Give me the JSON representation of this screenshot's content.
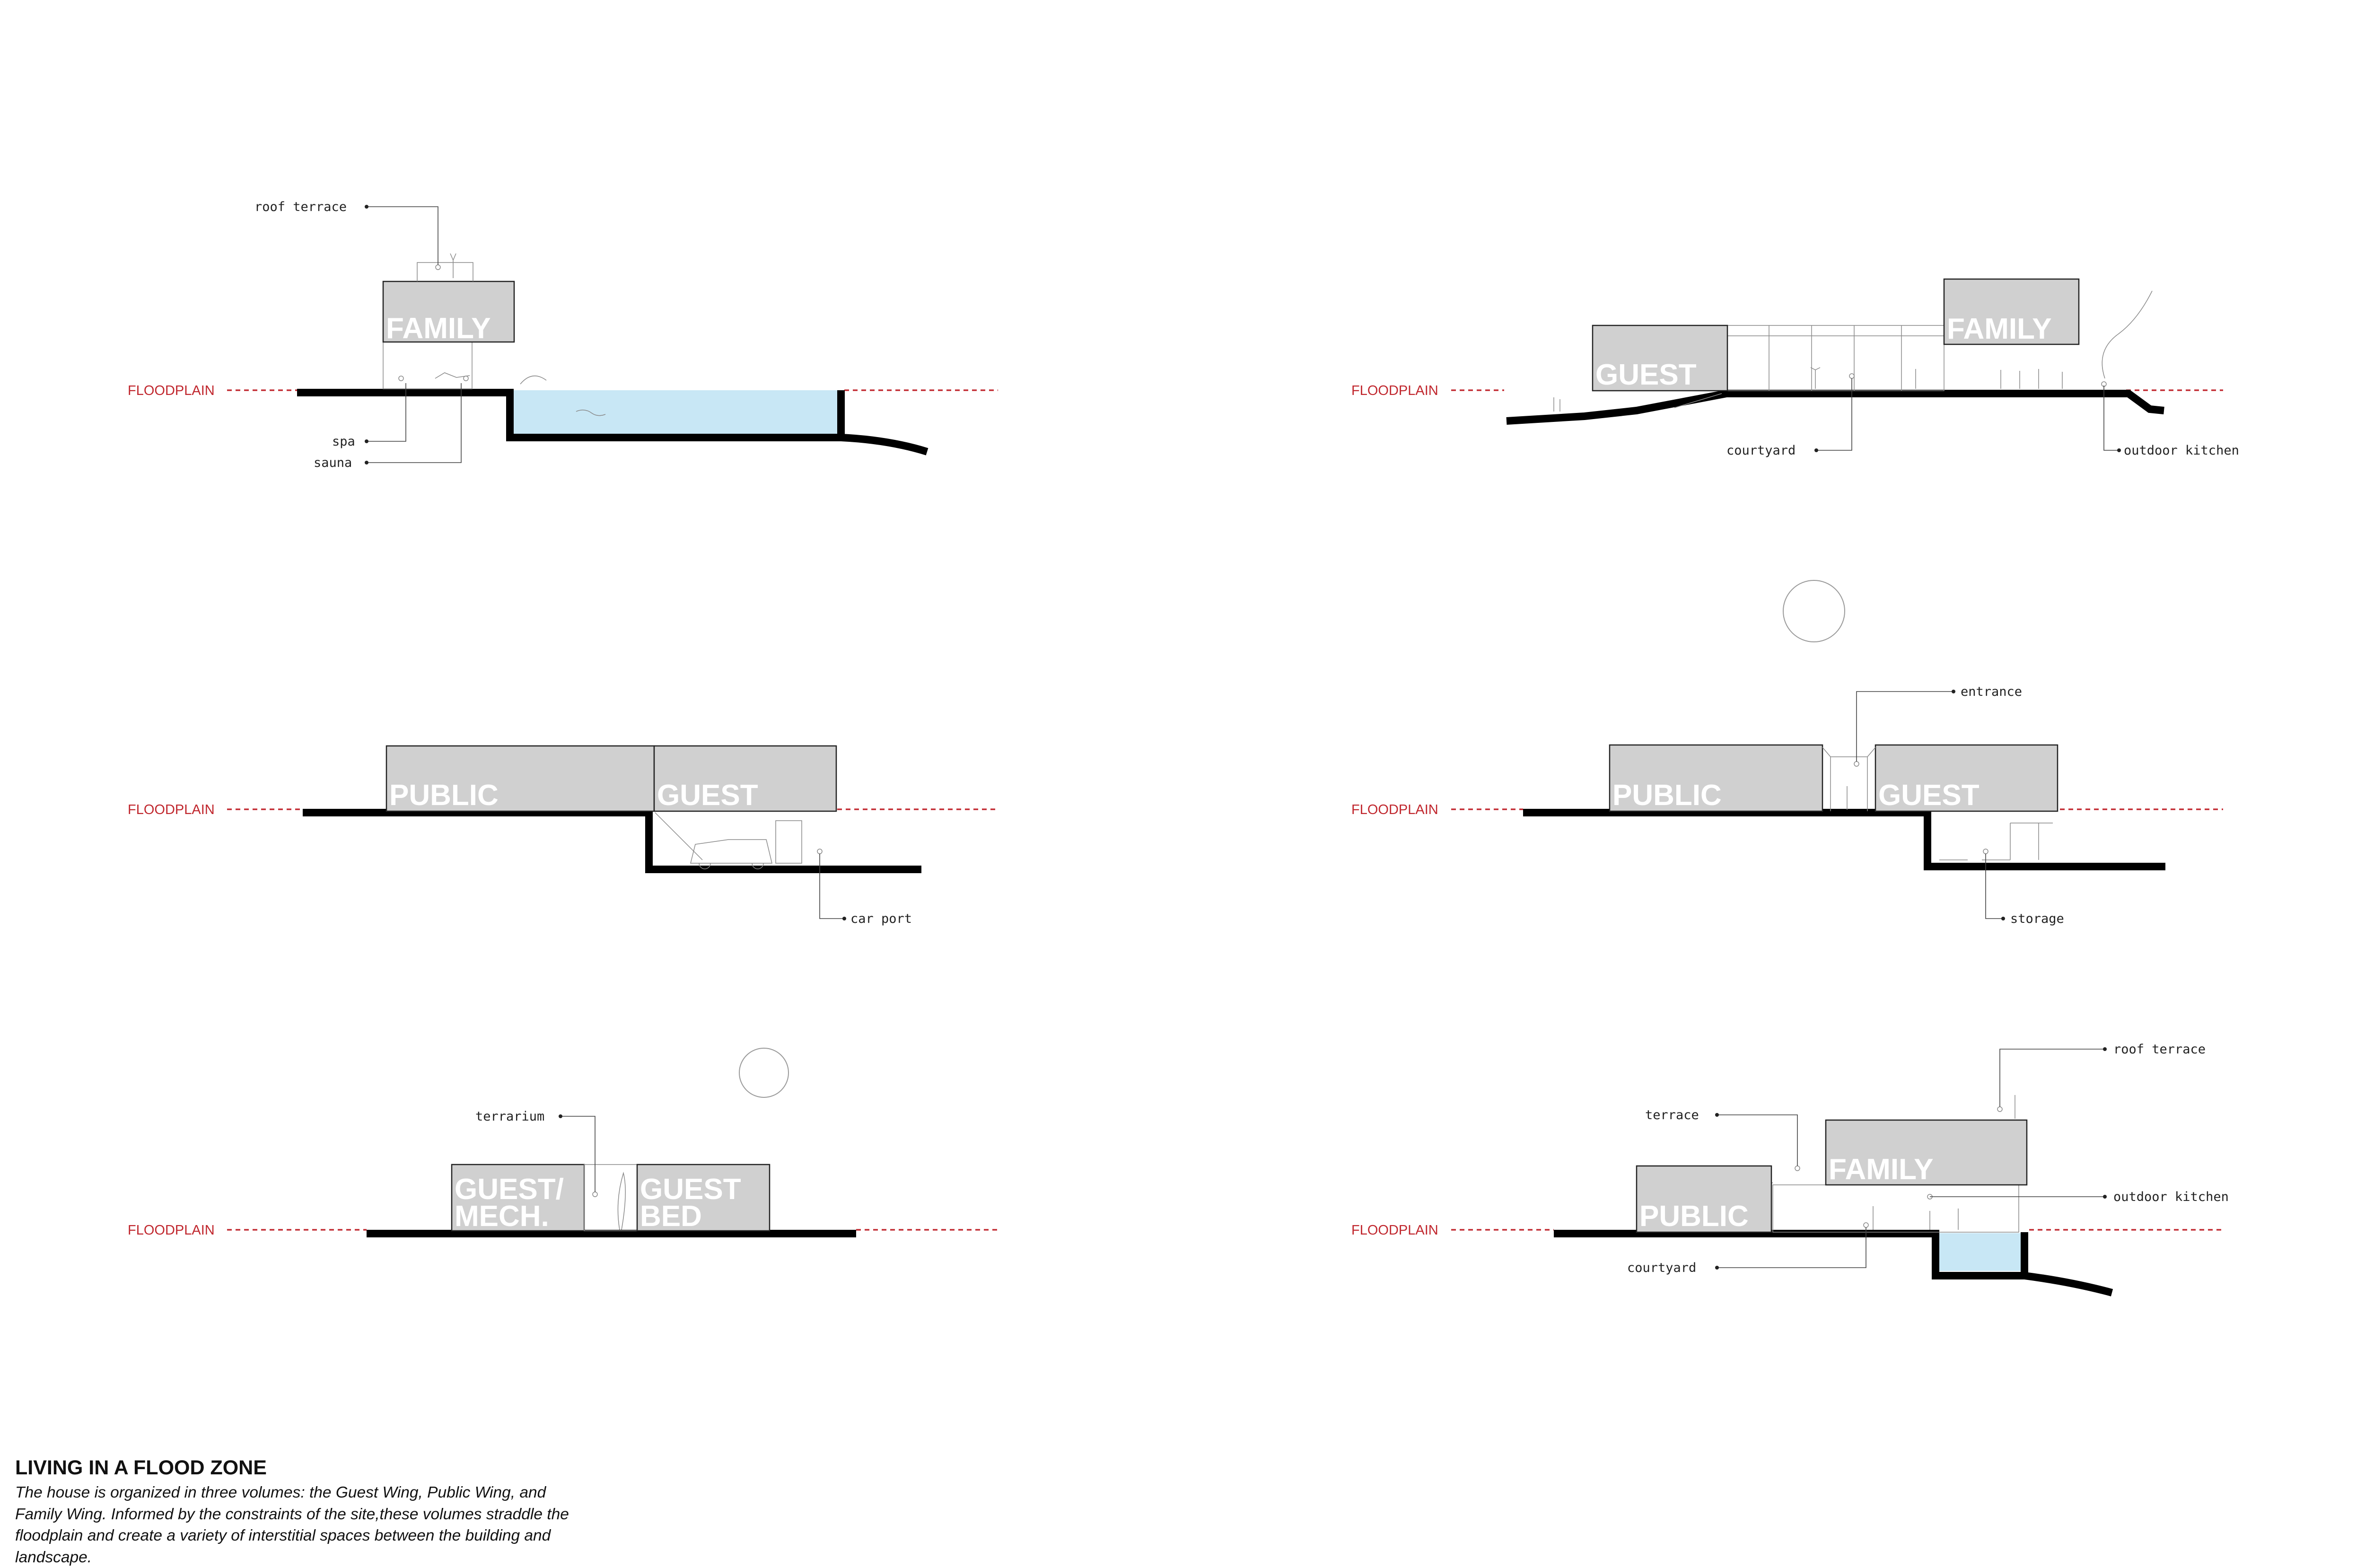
{
  "floodplain_label": "FLOODPLAIN",
  "sections": {
    "s1": {
      "volumes": [
        "FAMILY"
      ],
      "labels": {
        "roof_terrace": "roof terrace",
        "spa": "spa",
        "sauna": "sauna"
      }
    },
    "s2": {
      "volumes": [
        "GUEST",
        "FAMILY"
      ],
      "labels": {
        "courtyard": "courtyard",
        "outdoor_kitchen": "outdoor kitchen"
      }
    },
    "s3": {
      "volumes": [
        "PUBLIC",
        "GUEST"
      ],
      "labels": {
        "car_port": "car port"
      }
    },
    "s4": {
      "volumes": [
        "PUBLIC",
        "GUEST"
      ],
      "labels": {
        "entrance": "entrance",
        "storage": "storage"
      }
    },
    "s5": {
      "volumes": [
        [
          "GUEST/",
          "MECH."
        ],
        [
          "GUEST",
          "BED"
        ]
      ],
      "labels": {
        "terrarium": "terrarium"
      }
    },
    "s6": {
      "volumes": [
        "PUBLIC",
        "FAMILY"
      ],
      "labels": {
        "terrace": "terrace",
        "roof_terrace": "roof terrace",
        "outdoor_kitchen": "outdoor kitchen",
        "courtyard": "courtyard"
      }
    }
  },
  "caption": {
    "title": "LIVING IN A FLOOD ZONE",
    "body": "The house is organized in three volumes: the Guest Wing, Public Wing, and Family Wing. Informed by the constraints of the site,these volumes straddle the floodplain and create a variety of interstitial spaces between the building and landscape."
  }
}
